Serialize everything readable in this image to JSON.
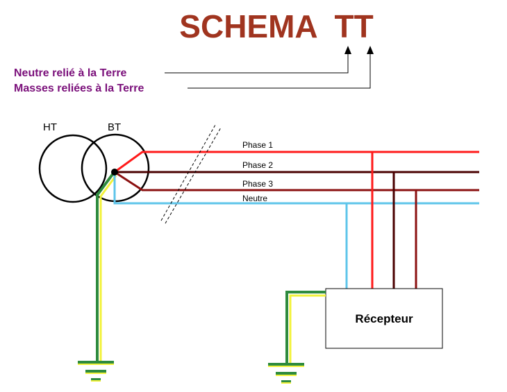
{
  "title": "SCHEMA  TT",
  "legend": {
    "line1": "Neutre relié à la Terre",
    "line2": "Masses reliées à la Terre"
  },
  "transformer": {
    "primary_label": "HT",
    "secondary_label": "BT"
  },
  "conductors": {
    "phase1": "Phase 1",
    "phase2": "Phase 2",
    "phase3": "Phase 3",
    "neutral": "Neutre"
  },
  "receiver": {
    "label": "Récepteur"
  },
  "colors": {
    "title": "#a0341f",
    "legend_text": "#7a0f7a",
    "phase1": "#ff1a1a",
    "phase2": "#4a0000",
    "phase3": "#8b1010",
    "neutral": "#5ec4ea",
    "earth_green": "#2e8b3e",
    "earth_yellow": "#f2f23a"
  }
}
